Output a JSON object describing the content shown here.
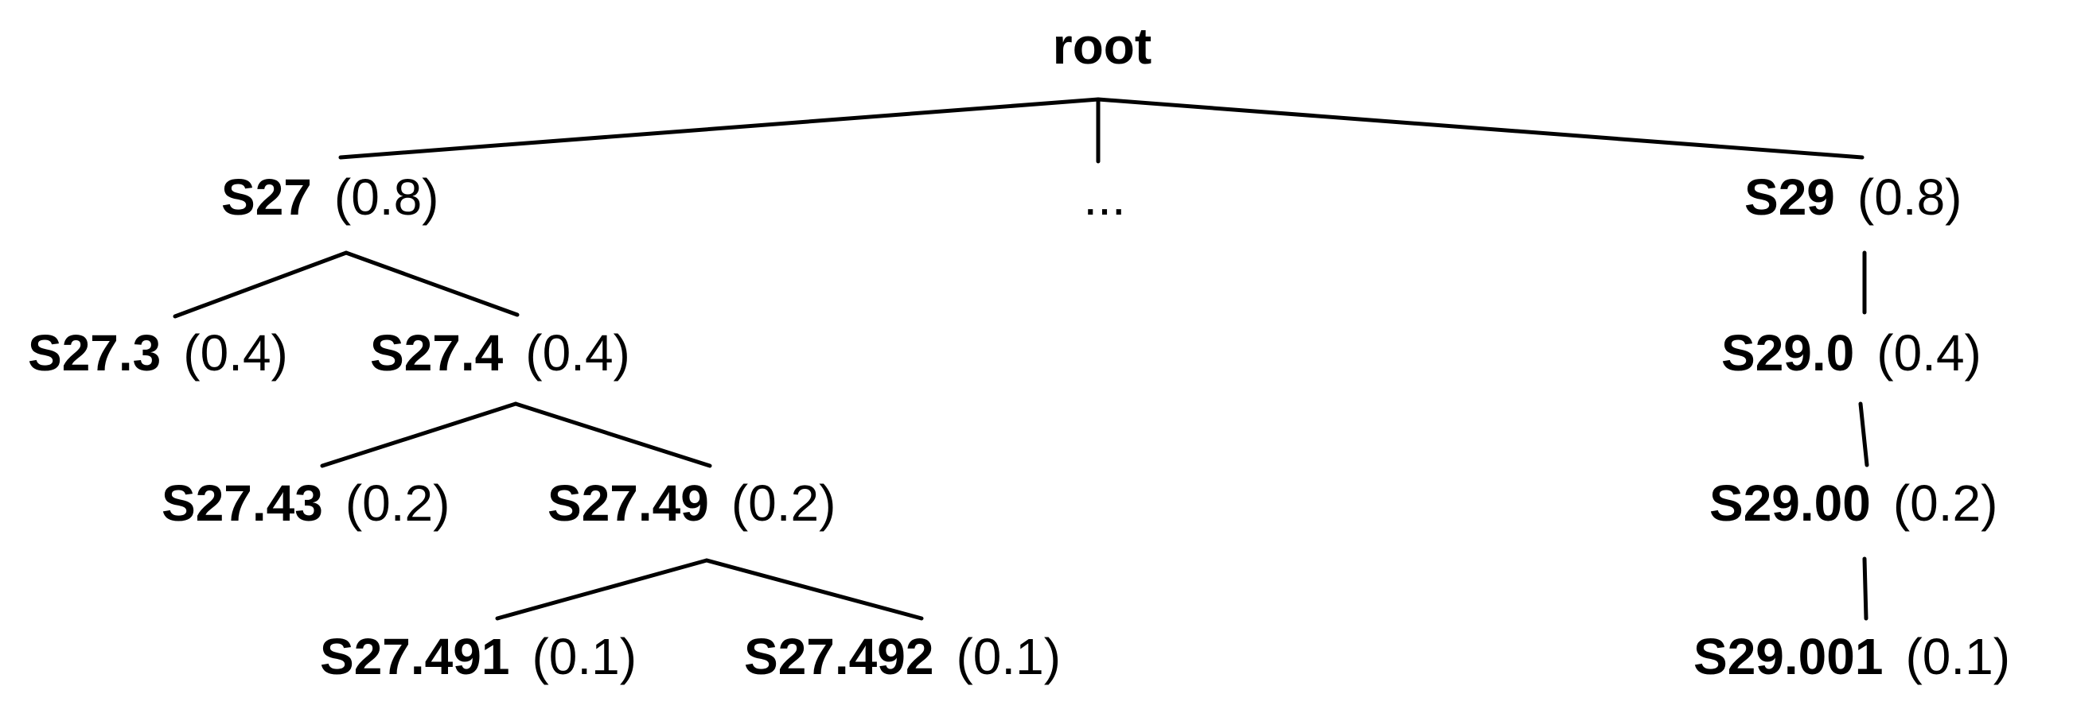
{
  "tree": {
    "root": {
      "name": "root"
    },
    "ellipsis": "...",
    "nodes": {
      "s27": {
        "name": "S27",
        "weight": "(0.8)"
      },
      "s29": {
        "name": "S29",
        "weight": "(0.8)"
      },
      "s27_3": {
        "name": "S27.3",
        "weight": "(0.4)"
      },
      "s27_4": {
        "name": "S27.4",
        "weight": "(0.4)"
      },
      "s29_0": {
        "name": "S29.0",
        "weight": "(0.4)"
      },
      "s27_43": {
        "name": "S27.43",
        "weight": "(0.2)"
      },
      "s27_49": {
        "name": "S27.49",
        "weight": "(0.2)"
      },
      "s29_00": {
        "name": "S29.00",
        "weight": "(0.2)"
      },
      "s27_491": {
        "name": "S27.491",
        "weight": "(0.1)"
      },
      "s27_492": {
        "name": "S27.492",
        "weight": "(0.1)"
      },
      "s29_001": {
        "name": "S29.001",
        "weight": "(0.1)"
      }
    }
  }
}
